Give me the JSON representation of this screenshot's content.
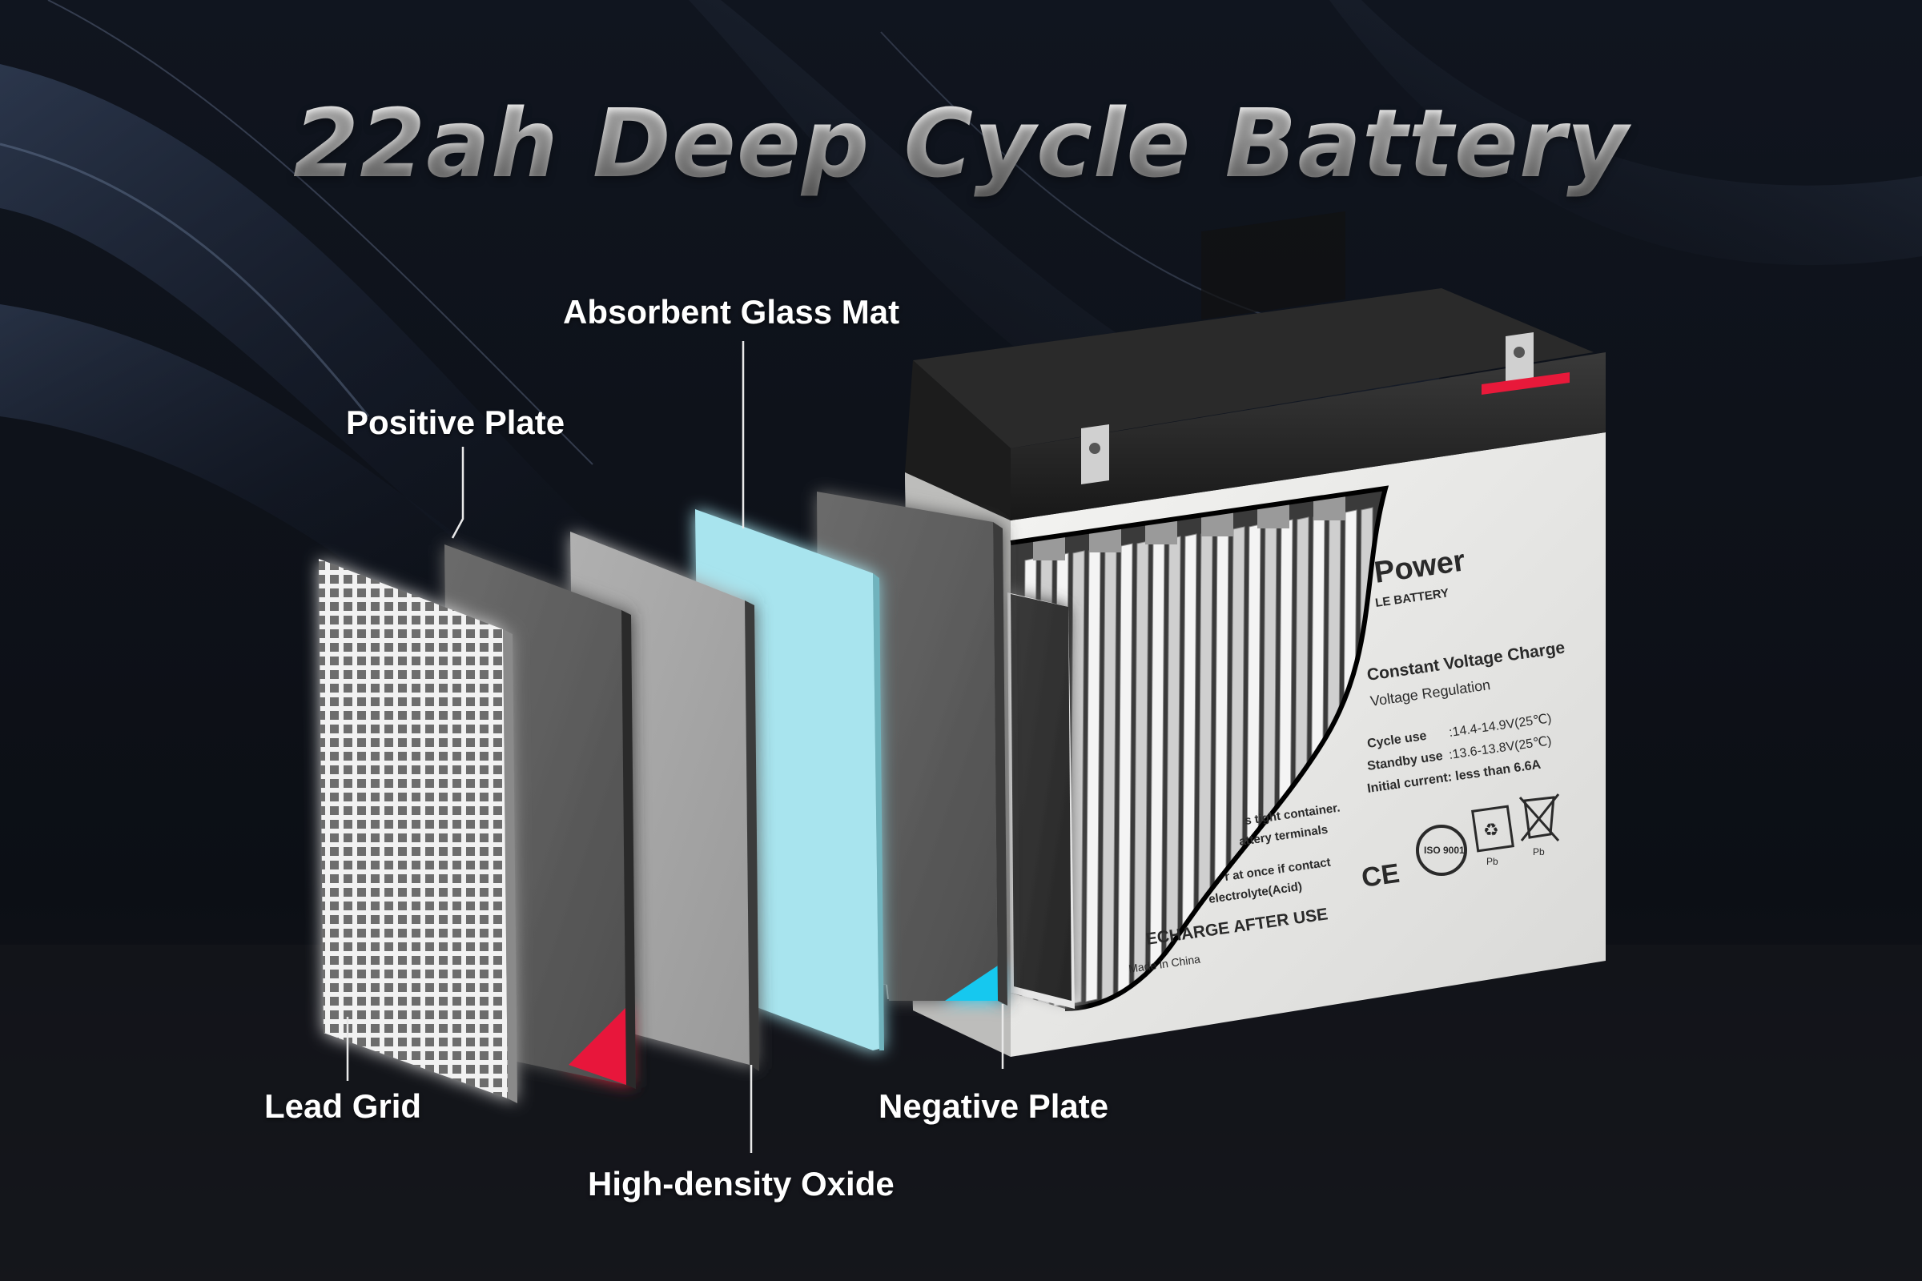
{
  "title": "22ah Deep Cycle Battery",
  "callouts": {
    "absorbent_glass_mat": "Absorbent Glass Mat",
    "positive_plate": "Positive Plate",
    "lead_grid": "Lead Grid",
    "high_density_oxide": "High-density Oxide",
    "negative_plate": "Negative Plate"
  },
  "battery_label": {
    "brand": "Power",
    "subbrand": "LE BATTERY",
    "charge_heading": "Constant Voltage Charge",
    "regulation": "Voltage Regulation",
    "cycle_use": "Cycle use",
    "cycle_value": ":14.4-14.9V(25℃)",
    "standby_use": "Standby use",
    "standby_value": ":13.6-13.8V(25℃)",
    "initial_current": "Initial current: less than 6.6A",
    "warning_line1": "s tight container.",
    "warning_line2": "attery terminals",
    "warning_line3": "r at once if contact",
    "warning_line4": "electrolyte(Acid)",
    "recharge": "ECHARGE AFTER USE",
    "made_in": "Made in China",
    "ce_mark": "CE",
    "iso_mark": "ISO 9001",
    "pb_mark": "Pb"
  },
  "colors": {
    "positive_accent": "#e8193a",
    "negative_accent": "#19c8ef",
    "glass_mat": "#a8e4ee"
  }
}
